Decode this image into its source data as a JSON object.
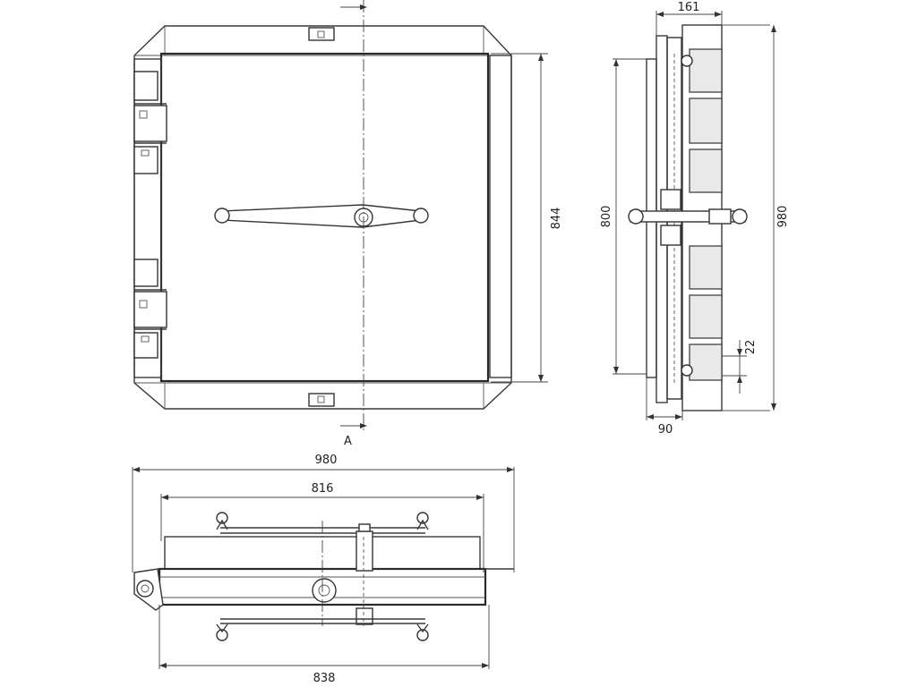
{
  "front_view": {
    "section_marker": "A",
    "dim_height_vertical": "844"
  },
  "side_view": {
    "dim_top": "161",
    "dim_inner_height": "800",
    "dim_outer_height": "980",
    "dim_offset": "22",
    "dim_bottom": "90"
  },
  "top_view": {
    "dim_overall_width": "980",
    "dim_inner_width": "816",
    "dim_frame_width": "838"
  }
}
